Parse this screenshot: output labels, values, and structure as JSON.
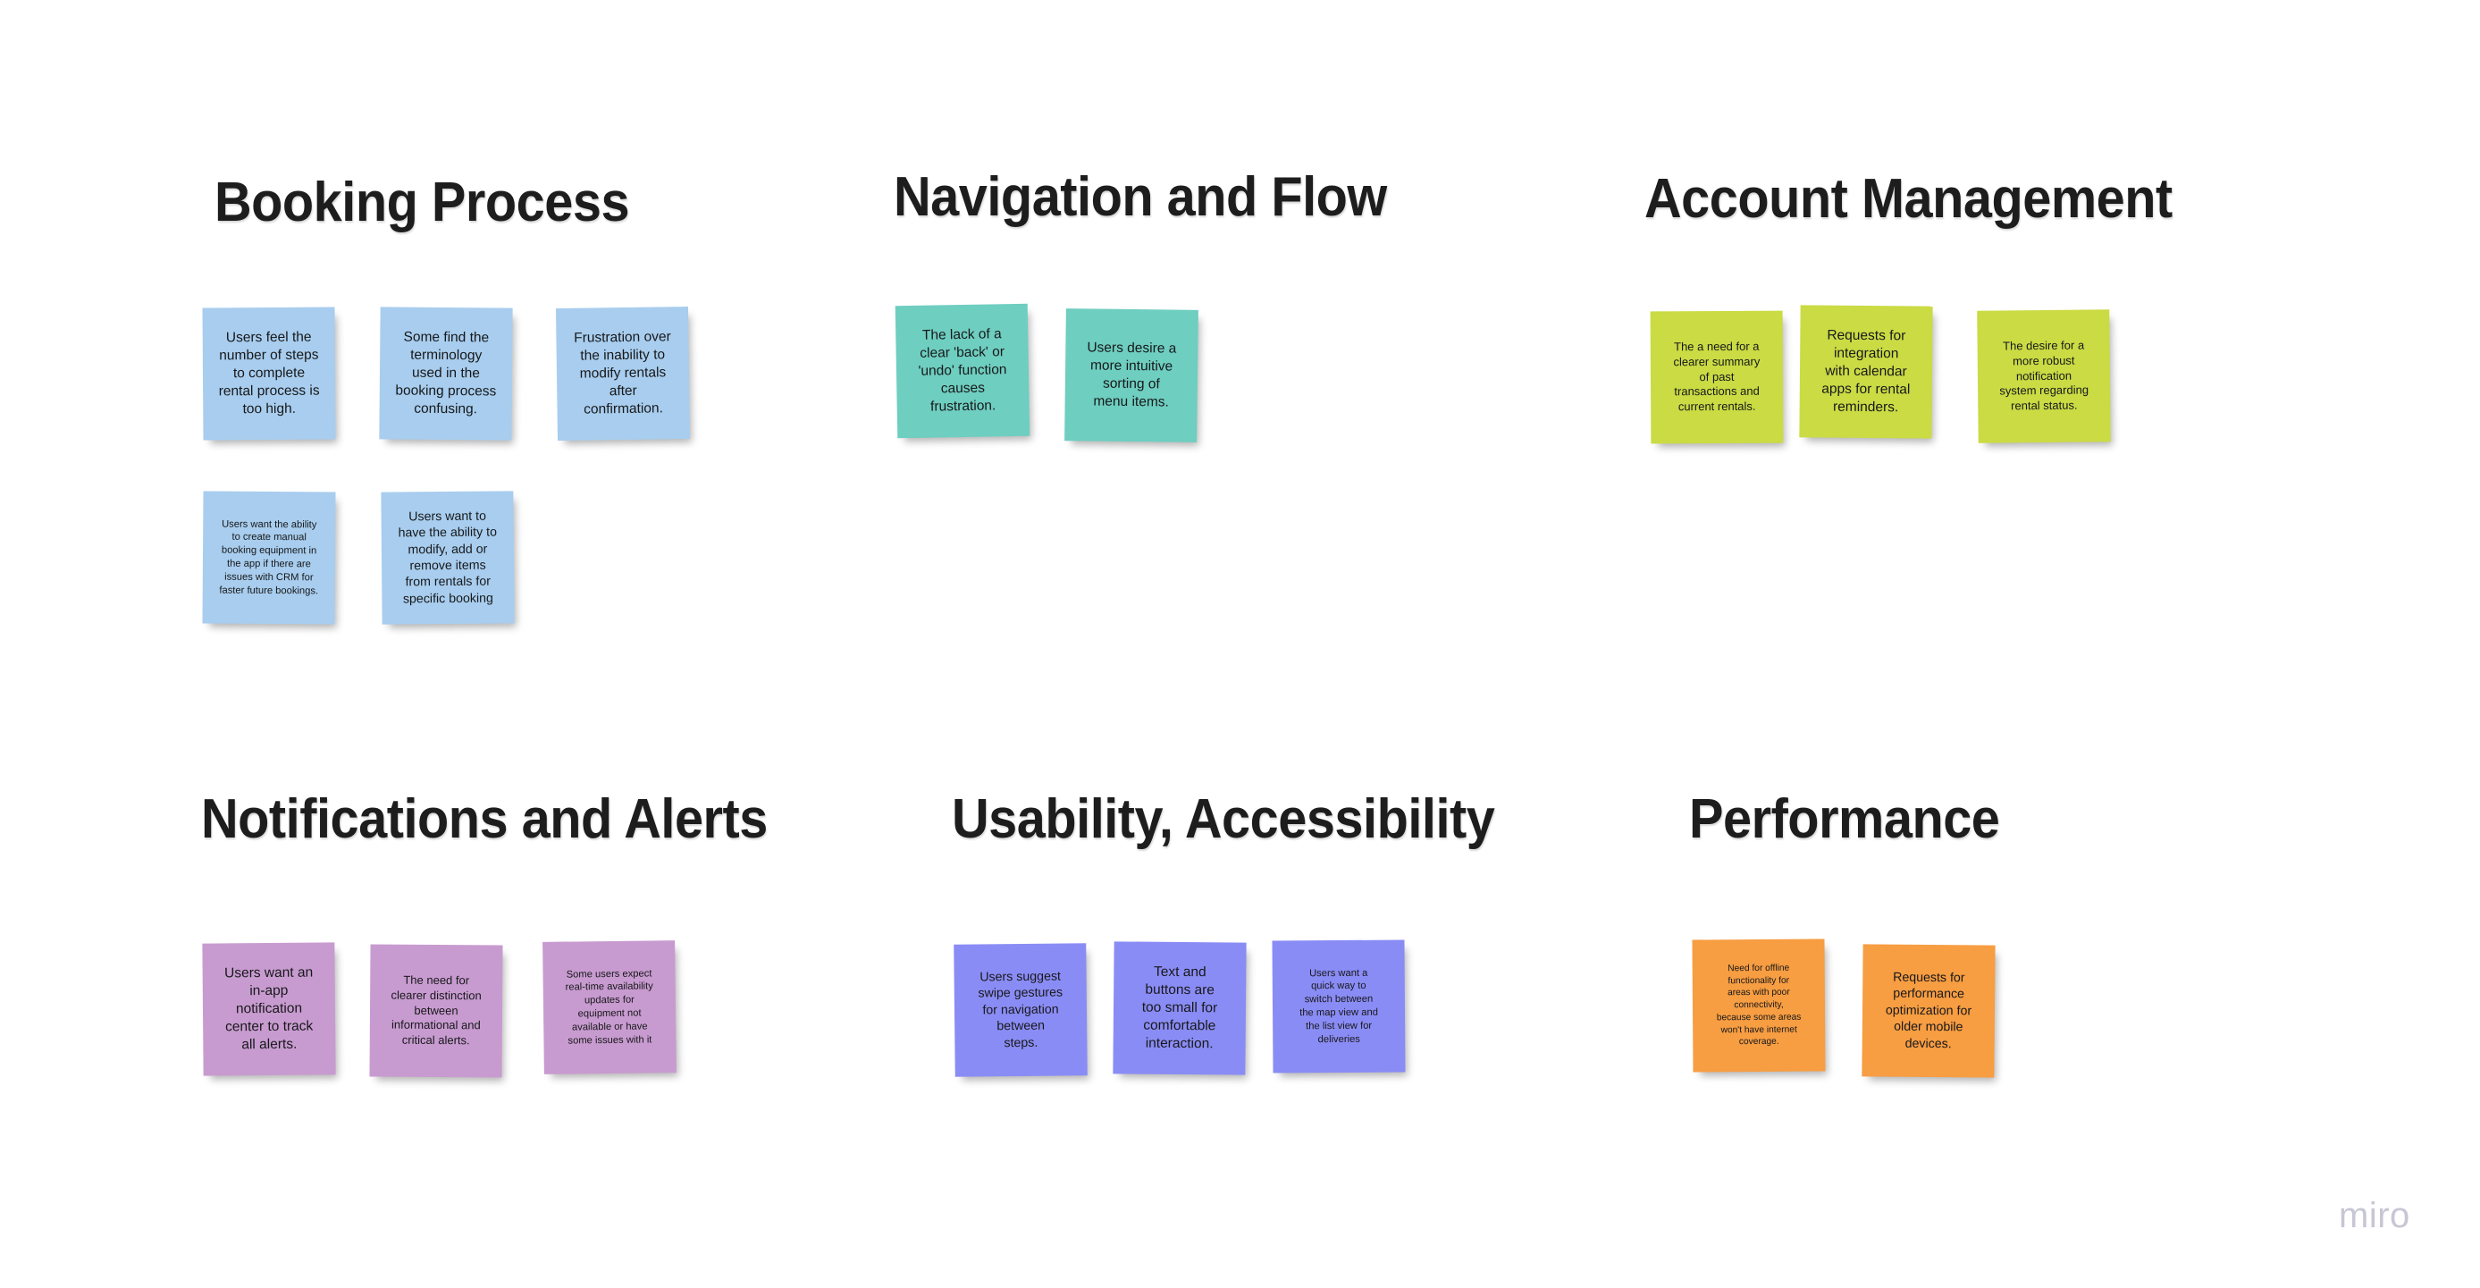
{
  "board": {
    "background": "#ffffff",
    "watermark": "miro",
    "watermark_color": "#c7c6d4"
  },
  "palette": {
    "blue": "#a8cdee",
    "teal": "#6ecec0",
    "green": "#cadb44",
    "purple": "#c89bd0",
    "periwinkle": "#8a8cf5",
    "orange": "#f79d42",
    "title_text": "#1d1d1d",
    "note_text": "#17181a"
  },
  "sections": [
    {
      "id": "booking-process",
      "title": "Booking Process",
      "color": "#a8cdee",
      "notes": [
        {
          "id": "bp-1",
          "text": "Users feel the\nnumber of steps\nto complete\nrental process is\ntoo high."
        },
        {
          "id": "bp-2",
          "text": "Some find the\nterminology\nused in the\nbooking process\nconfusing."
        },
        {
          "id": "bp-3",
          "text": "Frustration over\nthe inability to\nmodify rentals\nafter\nconfirmation."
        },
        {
          "id": "bp-4",
          "text": "Users want the ability\nto create manual\nbooking equipment in\nthe app if there are\nissues with CRM for\nfaster future bookings."
        },
        {
          "id": "bp-5",
          "text": "Users want to\nhave the ability to\nmodify, add or\nremove items\nfrom rentals for\nspecific booking"
        }
      ]
    },
    {
      "id": "navigation-and-flow",
      "title": "Navigation and Flow",
      "color": "#6ecec0",
      "notes": [
        {
          "id": "nf-1",
          "text": "The lack of a\nclear 'back' or\n'undo' function\ncauses\nfrustration."
        },
        {
          "id": "nf-2",
          "text": "Users desire a\nmore intuitive\nsorting of\nmenu items."
        }
      ]
    },
    {
      "id": "account-management",
      "title": "Account Management",
      "color": "#cadb44",
      "notes": [
        {
          "id": "am-1",
          "text": "The a need for a\nclearer summary\nof past\ntransactions and\ncurrent rentals."
        },
        {
          "id": "am-2",
          "text": "Requests for\nintegration\nwith calendar\napps for rental\nreminders."
        },
        {
          "id": "am-3",
          "text": "The desire for a\nmore robust\nnotification\nsystem regarding\nrental status."
        }
      ]
    },
    {
      "id": "notifications-and-alerts",
      "title": "Notifications and Alerts",
      "color": "#c89bd0",
      "notes": [
        {
          "id": "na-1",
          "text": "Users want an\nin-app\nnotification\ncenter to track\nall alerts."
        },
        {
          "id": "na-2",
          "text": "The need for\nclearer distinction\nbetween\ninformational and\ncritical alerts."
        },
        {
          "id": "na-3",
          "text": "Some users expect\nreal-time availability\nupdates for\nequipment not\navailable or have\nsome issues with it"
        }
      ]
    },
    {
      "id": "usability-accessibility",
      "title": "Usability, Accessibility",
      "color": "#8a8cf5",
      "notes": [
        {
          "id": "ua-1",
          "text": "Users suggest\nswipe gestures\nfor navigation\nbetween\nsteps."
        },
        {
          "id": "ua-2",
          "text": "Text and\nbuttons are\ntoo small for\ncomfortable\ninteraction."
        },
        {
          "id": "ua-3",
          "text": "Users want a\nquick way to\nswitch between\nthe map view and\nthe list view for\ndeliveries"
        }
      ]
    },
    {
      "id": "performance",
      "title": "Performance",
      "color": "#f79d42",
      "notes": [
        {
          "id": "pf-1",
          "text": "Need for offline\nfunctionality for\nareas with poor\nconnectivity,\nbecause some areas\nwon't have internet\ncoverage."
        },
        {
          "id": "pf-2",
          "text": "Requests for\nperformance\noptimization for\nolder mobile\ndevices."
        }
      ]
    }
  ]
}
